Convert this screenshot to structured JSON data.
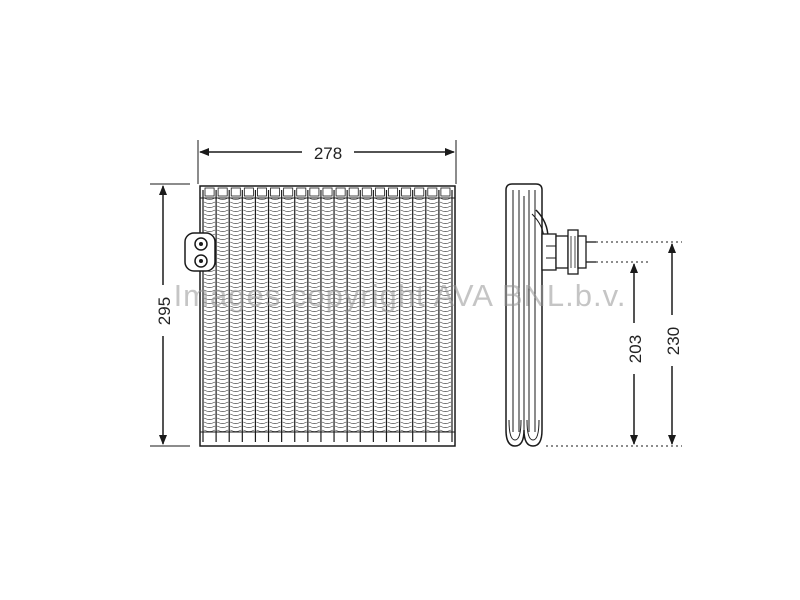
{
  "diagram": {
    "dimensions": {
      "width": "278",
      "height": "295",
      "outlet_height": "203",
      "inlet_height": "230"
    },
    "watermark": "Images copyright AVA BNL.b.v."
  },
  "colors": {
    "line": "#1a1a1a",
    "fin": "#444444",
    "background": "#ffffff"
  }
}
